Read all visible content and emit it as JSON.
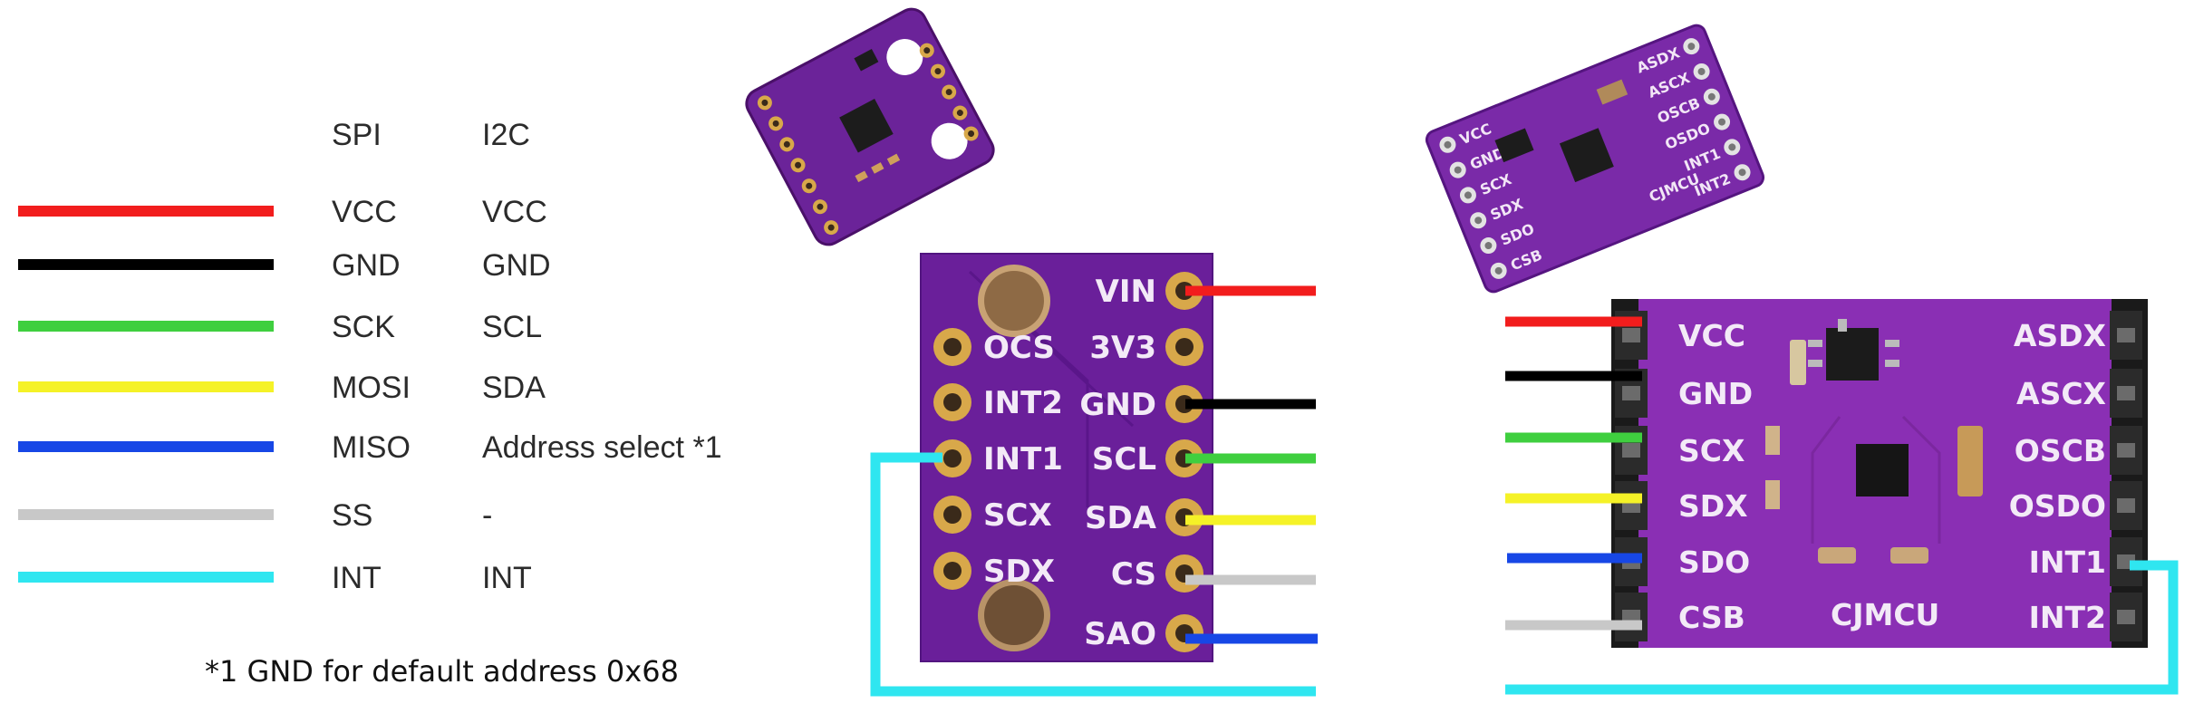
{
  "legend": {
    "header_spi": "SPI",
    "header_i2c": "I2C",
    "rows": [
      {
        "color": "#f21d1d",
        "spi": "VCC",
        "i2c": "VCC"
      },
      {
        "color": "#000000",
        "spi": "GND",
        "i2c": "GND"
      },
      {
        "color": "#3fcf3f",
        "spi": "SCK",
        "i2c": "SCL"
      },
      {
        "color": "#f5f227",
        "spi": "MOSI",
        "i2c": "SDA"
      },
      {
        "color": "#1747e6",
        "spi": "MISO",
        "i2c": "Address select *1"
      },
      {
        "color": "#c8c8c8",
        "spi": "SS",
        "i2c": "-"
      },
      {
        "color": "#2fe6f0",
        "spi": "INT",
        "i2c": "INT"
      }
    ],
    "footnote": "*1 GND for default address 0x68"
  },
  "board_left": {
    "right_pins": [
      "VIN",
      "3V3",
      "GND",
      "SCL",
      "SDA",
      "CS",
      "SAO"
    ],
    "left_pins": [
      "OCS",
      "INT2",
      "INT1",
      "SCX",
      "SDX"
    ]
  },
  "board_right": {
    "left_pins": [
      "VCC",
      "GND",
      "SCX",
      "SDX",
      "SDO",
      "CSB"
    ],
    "right_pins": [
      "ASDX",
      "ASCX",
      "OSCB",
      "OSDO",
      "INT1",
      "INT2"
    ],
    "brand": "CJMCU"
  },
  "thumb_right": {
    "left_pins": [
      "VCC",
      "GND",
      "SCX",
      "SDX",
      "SDO",
      "CSB"
    ],
    "right_pins": [
      "ASDX",
      "ASCX",
      "OSCB",
      "OSDO",
      "INT1",
      "INT2"
    ],
    "brand": "CJMCU"
  },
  "colors": {
    "board": "#6a1f9a",
    "board_dark": "#4e1473",
    "pad": "#d8a84a",
    "header": "#2a2a2a"
  }
}
